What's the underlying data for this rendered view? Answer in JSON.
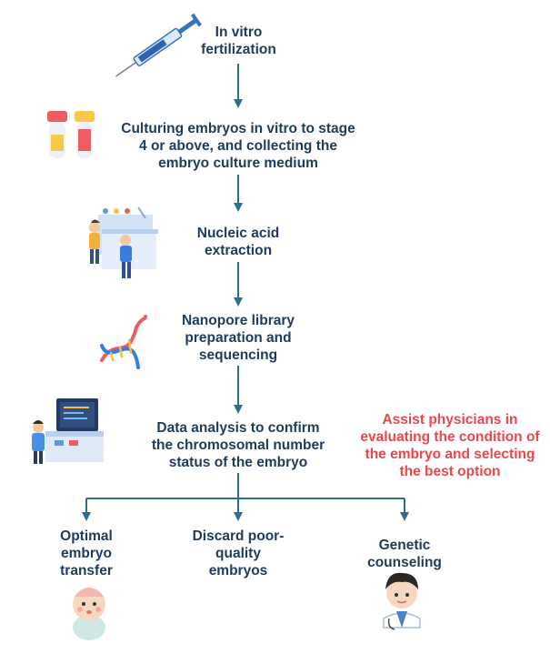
{
  "steps": [
    {
      "lines": [
        "In vitro",
        "fertilization"
      ]
    },
    {
      "lines": [
        "Culturing embryos in vitro to stage",
        "4 or above, and collecting the",
        "embryo culture medium"
      ]
    },
    {
      "lines": [
        "Nucleic acid",
        "extraction"
      ]
    },
    {
      "lines": [
        "Nanopore library",
        "preparation and",
        "sequencing"
      ]
    },
    {
      "lines": [
        "Data analysis to confirm",
        "the chromosomal number",
        "status of the embryo"
      ]
    }
  ],
  "outcomes": [
    {
      "lines": [
        "Optimal",
        "embryo",
        "transfer"
      ]
    },
    {
      "lines": [
        "Discard poor-",
        "quality",
        "embryos"
      ]
    },
    {
      "lines": [
        "Genetic",
        "counseling"
      ]
    }
  ],
  "note": {
    "lines": [
      "Assist physicians in",
      "evaluating the condition of",
      "the embryo and selecting",
      "the best option"
    ]
  },
  "colors": {
    "text": "#1f3b5a",
    "arrow": "#2f6d8c",
    "note": "#e8484a"
  },
  "icons": [
    "syringe-icon",
    "test-tubes-icon",
    "lab-workers-icon",
    "dna-icon",
    "computer-operator-icon",
    "baby-icon",
    "doctor-icon"
  ]
}
